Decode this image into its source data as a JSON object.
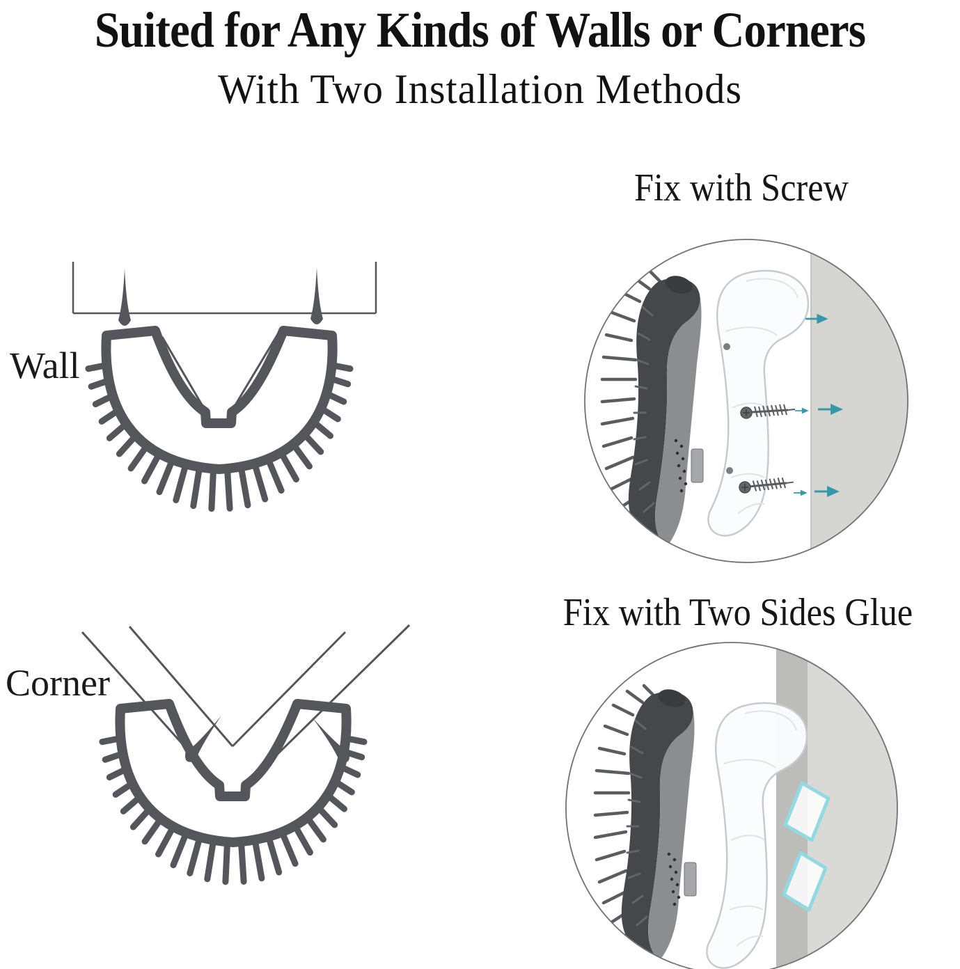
{
  "header": {
    "title": "Suited for Any Kinds of Walls or Corners",
    "subtitle": "With Two Installation Methods"
  },
  "diagrams": {
    "wall": {
      "label": "Wall"
    },
    "corner": {
      "label": "Corner"
    }
  },
  "methods": {
    "screw": {
      "heading": "Fix with Screw"
    },
    "glue": {
      "heading": "Fix with Two Sides Glue"
    }
  },
  "icons": {
    "arrow_right": "teal-arrow-right-icon",
    "screw_pin": "screw-pin-icon"
  },
  "colors": {
    "diagram_stroke": "#55555c",
    "text": "#121212",
    "arrow_teal": "#3798a9",
    "glue_pad_teal": "#92dae2",
    "photo_brush_dark": "#46474a",
    "photo_brush_bristle": "#5b5c60",
    "photo_brush_rim": "#8c8d91",
    "bracket_outline": "#c7cad0",
    "wall_gray_screw_photo": "#d5d6d2",
    "wall_edge_strip_glue_photo": "#bcbdb9",
    "wall_gray_glue_photo": "#d9dad6",
    "photo_circle_outline": "#707176"
  }
}
